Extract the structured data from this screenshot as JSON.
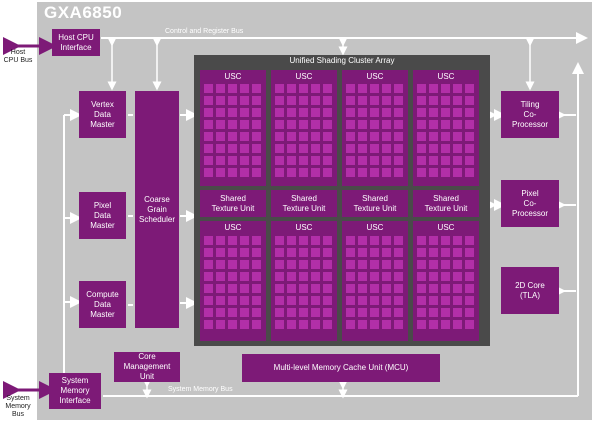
{
  "chip": {
    "title": "GXA6850"
  },
  "buses": {
    "control": "Control and Register Bus",
    "system_memory": "System Memory Bus",
    "host_cpu_ext": "Host\nCPU Bus",
    "system_memory_ext": "System\nMemory\nBus"
  },
  "blocks": {
    "host_cpu_interface": "Host CPU\nInterface",
    "vertex_data_master": "Vertex\nData\nMaster",
    "pixel_data_master": "Pixel\nData\nMaster",
    "compute_data_master": "Compute\nData\nMaster",
    "coarse_grain_scheduler": "Coarse\nGrain\nScheduler",
    "core_management_unit": "Core\nManagement\nUnit",
    "system_memory_interface": "System\nMemory\nInterface",
    "mcu": "Multi-level  Memory Cache Unit (MCU)",
    "tiling_coprocessor": "Tiling\nCo-\nProcessor",
    "pixel_coprocessor": "Pixel\nCo-\nProcessor",
    "core_2d": "2D Core\n(TLA)"
  },
  "usca": {
    "title": "Unified Shading Cluster Array",
    "usc_label": "USC",
    "shared_texture_unit": "Shared\nTexture  Unit"
  },
  "colors": {
    "block": "#7d1a77",
    "cell": "#b22fa8",
    "panel": "#c4c4c4",
    "array": "#4a4a4a",
    "wire": "#ffffff"
  }
}
